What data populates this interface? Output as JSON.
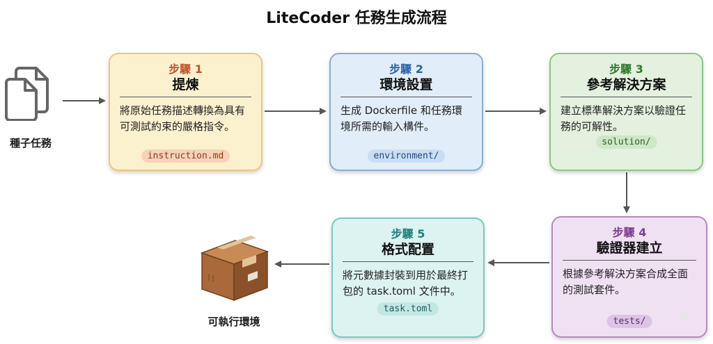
{
  "title": "LiteCoder 任務生成流程",
  "input": {
    "label": "種子任務",
    "icon": "documents-icon"
  },
  "output": {
    "label": "可執行環境",
    "icon": "package-box-icon"
  },
  "steps": [
    {
      "step": "步驟 1",
      "name": "提煉",
      "desc": "將原始任務描述轉換為具有可測試約束的嚴格指令。",
      "artifact": "instruction.md",
      "color": "#c0562a"
    },
    {
      "step": "步驟 2",
      "name": "環境設置",
      "desc": "生成 Dockerfile 和任務環境所需的輸入構件。",
      "artifact": "environment/",
      "color": "#2b63a8"
    },
    {
      "step": "步驟 3",
      "name": "參考解決方案",
      "desc": "建立標準解決方案以驗證任務的可解性。",
      "artifact": "solution/",
      "color": "#2f7a2c"
    },
    {
      "step": "步驟 4",
      "name": "驗證器建立",
      "desc": "根據參考解決方案合成全面的測試套件。",
      "artifact": "tests/",
      "color": "#7d3d92"
    },
    {
      "step": "步驟 5",
      "name": "格式配置",
      "desc": "將元數據封裝到用於最終打包的 task.toml 文件中。",
      "artifact": "task.toml",
      "color": "#1e7f7a"
    }
  ]
}
